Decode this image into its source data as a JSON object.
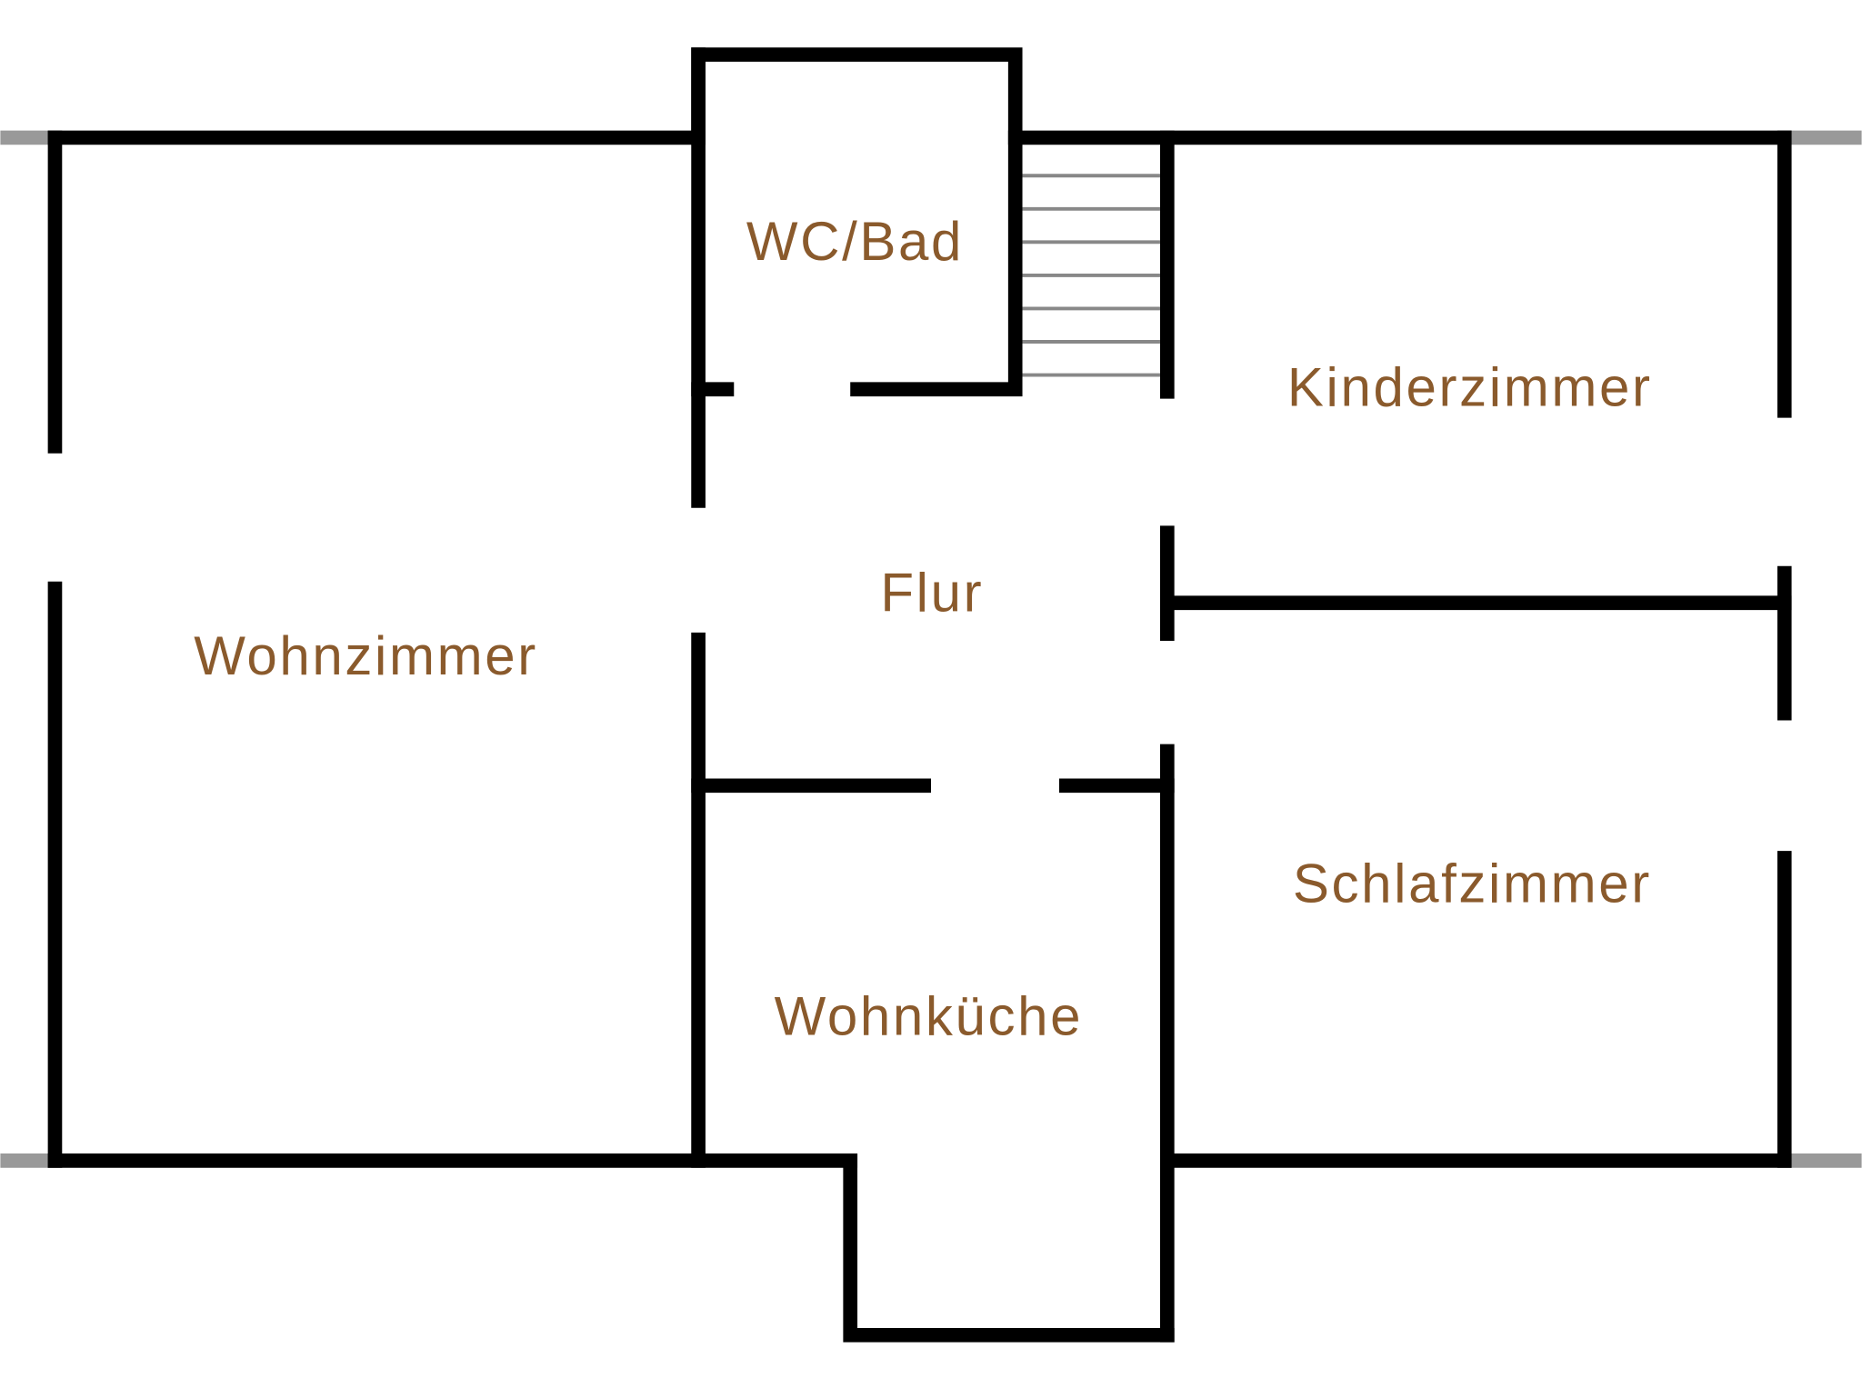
{
  "colors": {
    "wall": "#000000",
    "label": "#8a5a2c",
    "stairs": "#888888",
    "exterior_stub": "#999999"
  },
  "rooms": {
    "wc_bad": "WC/Bad",
    "kinderzimmer": "Kinderzimmer",
    "flur": "Flur",
    "wohnzimmer": "Wohnzimmer",
    "schlafzimmer": "Schlafzimmer",
    "wohnkueche": "Wohnküche"
  }
}
